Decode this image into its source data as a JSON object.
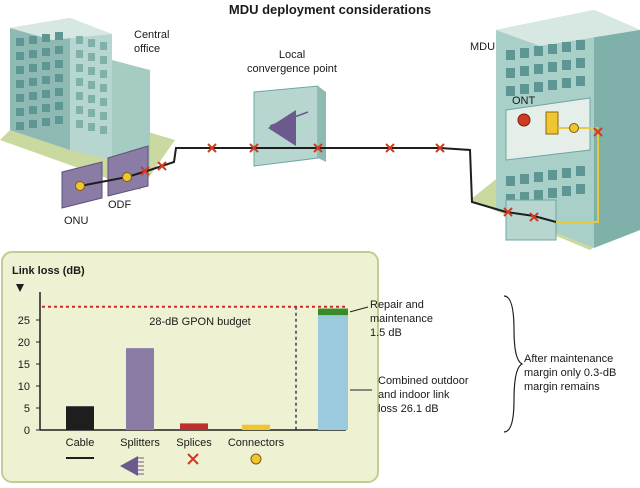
{
  "title": "MDU deployment considerations",
  "top": {
    "central_office": [
      "Central",
      "office"
    ],
    "local_convergence": [
      "Local",
      "convergence point"
    ],
    "mdu": "MDU",
    "ont": "ONT",
    "onu": "ONU",
    "odf": "ODF"
  },
  "colors": {
    "fiber": "#1e1e1e",
    "indoor_fiber": "#e8c840",
    "marker": "#d03a20",
    "panel_bg": "#eef2d2",
    "panel_border": "#c2cc94",
    "budget_line": "#cc2a2a",
    "cable": "#1e1e1e",
    "splitters": "#8b7ca6",
    "splices": "#c0302a",
    "connectors": "#f0c630",
    "combined": "#9bc9de",
    "repair": "#3a8a2a",
    "building": "#a8cfc8",
    "window": "#6fa6a4"
  },
  "icons": {
    "cable": "line-icon",
    "splitters": "splitter-icon",
    "splices": "x-marker-icon",
    "connectors": "circle-marker-icon"
  },
  "chart_data": {
    "type": "bar",
    "ylabel": "Link loss (dB)",
    "ylim": [
      0,
      30
    ],
    "yticks": [
      0,
      5,
      10,
      15,
      20,
      25
    ],
    "categories": [
      "Cable",
      "Splitters",
      "Splices",
      "Connectors"
    ],
    "values": [
      5.4,
      18.6,
      1.5,
      1.2
    ],
    "budget": {
      "value": 28,
      "label": "28-dB GPON budget"
    },
    "stacked": {
      "combined": {
        "value": 26.1,
        "label": [
          "Combined outdoor",
          "and indoor link",
          "loss 26.1 dB"
        ]
      },
      "repair": {
        "value": 1.5,
        "label": [
          "Repair and",
          "maintenance",
          "1.5 dB"
        ]
      }
    },
    "summary": [
      "After maintenance",
      "margin only 0.3-dB",
      "margin remains"
    ],
    "grid": false
  }
}
